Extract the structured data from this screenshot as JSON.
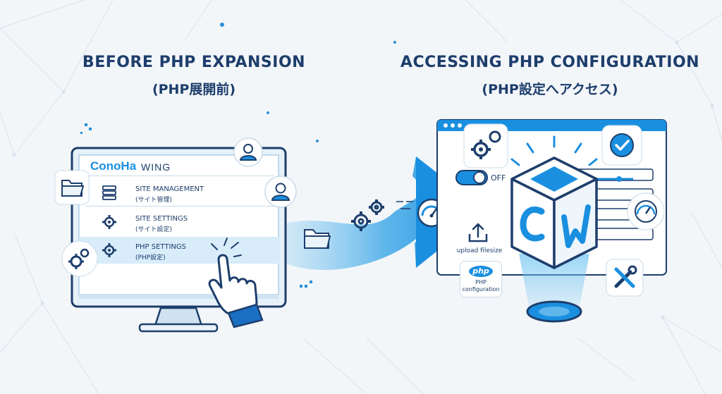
{
  "left": {
    "title": "BEFORE PHP EXPANSION",
    "subtitle": "(PHP展開前)",
    "logo_text": "ConoHa",
    "logo_suffix": "WING",
    "menu": [
      {
        "label": "SITE MANAGEMENT",
        "sub": "(サイト管理)",
        "icon": "server-icon"
      },
      {
        "label": "SITE SETTINGS",
        "sub": "(サイト設定)",
        "icon": "gear-icon"
      },
      {
        "label": "PHP SETTINGS",
        "sub": "(PHP設定)",
        "icon": "gear-icon",
        "highlighted": true
      }
    ]
  },
  "right": {
    "title": "ACCESSING PHP CONFIGURATION",
    "subtitle": "(PHP設定へアクセス)",
    "toggle_label": "OFF",
    "cube_text": "CW",
    "upload_label": "upload filesize",
    "php_badge": "php",
    "php_label": "PHP",
    "php_sublabel": "configuration"
  },
  "colors": {
    "accent": "#1a8fe0",
    "dark": "#1d3e6c",
    "highlight": "#d8ecfa"
  }
}
